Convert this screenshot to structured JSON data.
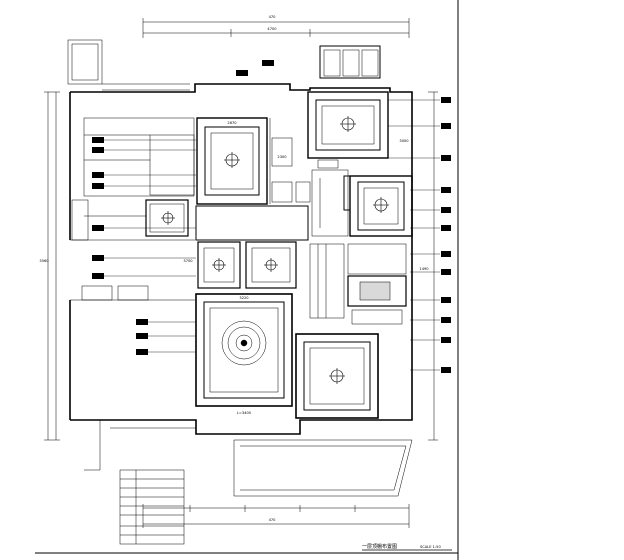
{
  "drawing": {
    "dim_top": "470",
    "dim_top_inner": "4700",
    "dim_bottom": "470",
    "dim_left": "3560",
    "dim_right": "1490",
    "title": "一层顶棚布置图",
    "scale": "SCALE 1:50"
  },
  "room_labels": {
    "living_span": "3220",
    "bottom_span": "L=3400",
    "dining_span": "2670",
    "hall_span": "3700",
    "right_span": "3000",
    "left_span": "2300"
  },
  "legend": {
    "rows": [
      {
        "symbol": "",
        "text": ""
      },
      {
        "symbol": "",
        "text": ""
      },
      {
        "symbol": "",
        "text": ""
      },
      {
        "symbol": "",
        "text": ""
      },
      {
        "symbol": "",
        "text": ""
      },
      {
        "symbol": "",
        "text": ""
      },
      {
        "symbol": "",
        "text": ""
      },
      {
        "symbol": "",
        "text": ""
      }
    ]
  },
  "colors": {
    "line": "#000000",
    "background": "#ffffff"
  }
}
